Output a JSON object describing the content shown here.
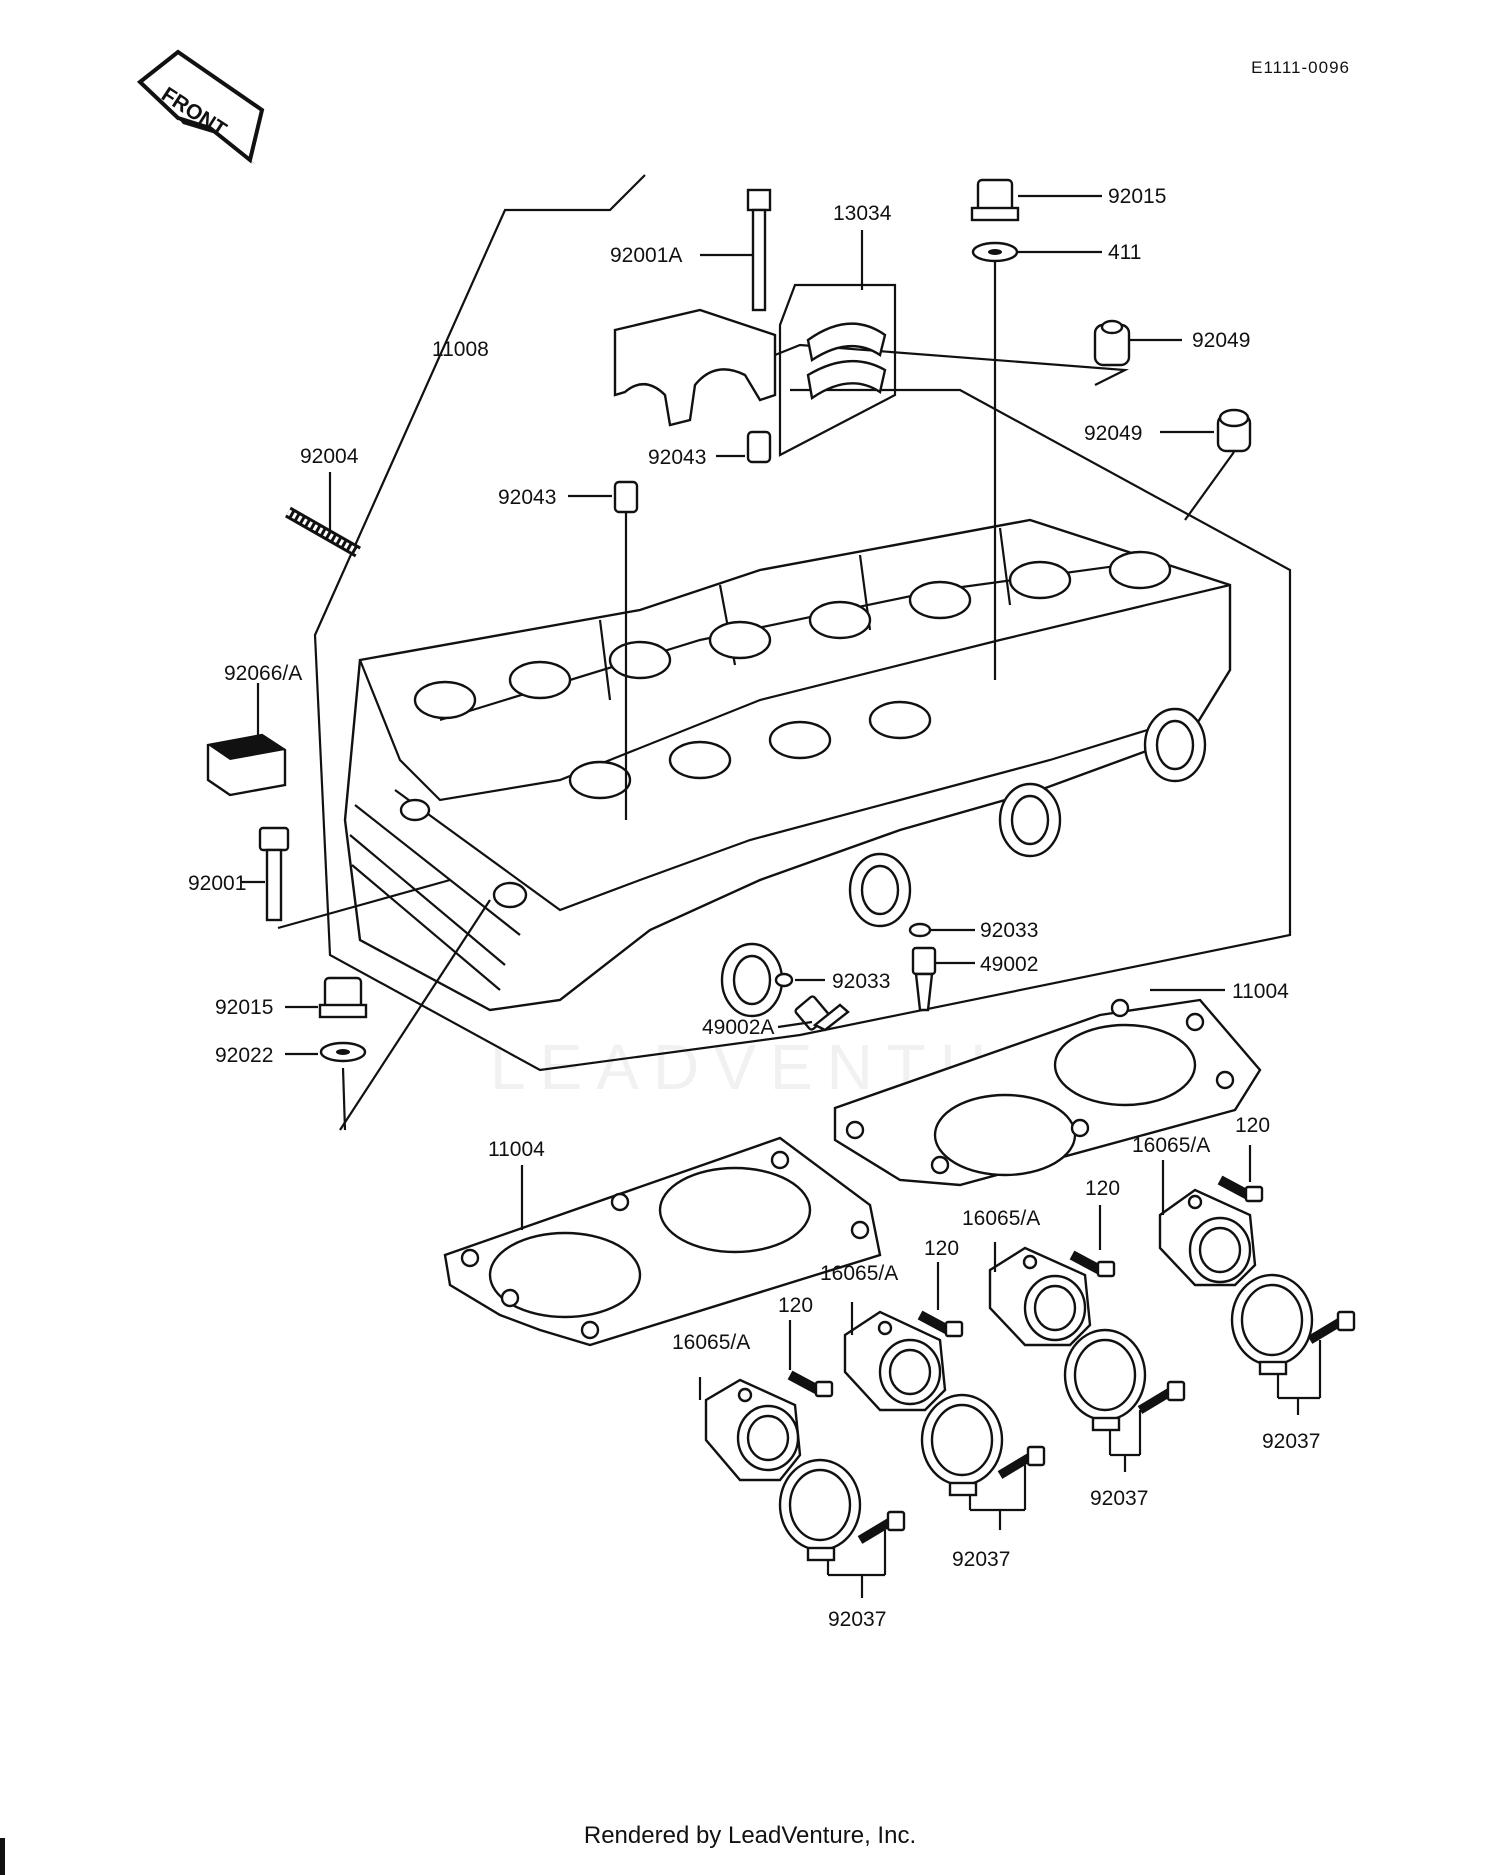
{
  "doc_code": "E1111-0096",
  "front_label": "FRONT",
  "footer": "Rendered by LeadVenture, Inc.",
  "watermark": "LEADVENTURE",
  "labels": {
    "p11008": "11008",
    "p92004": "92004",
    "p92066A": "92066/A",
    "p92001": "92001",
    "p92015_left": "92015",
    "p92022": "92022",
    "p92001A": "92001A",
    "p92043_top": "92043",
    "p92043_mid": "92043",
    "p13034": "13034",
    "p92015_top": "92015",
    "p411": "411",
    "p92049_a": "92049",
    "p92049_b": "92049",
    "p92033_a": "92033",
    "p49002": "49002",
    "p92033_b": "92033",
    "p49002A": "49002A",
    "p11004_right": "11004",
    "p11004_left": "11004",
    "p16065A_1": "16065/A",
    "p120_1": "120",
    "p92037_1": "92037",
    "p16065A_2": "16065/A",
    "p120_2": "120",
    "p92037_2": "92037",
    "p16065A_3": "16065/A",
    "p120_3": "120",
    "p92037_3": "92037",
    "p16065A_4": "16065/A",
    "p120_4": "120",
    "p92037_4": "92037"
  }
}
